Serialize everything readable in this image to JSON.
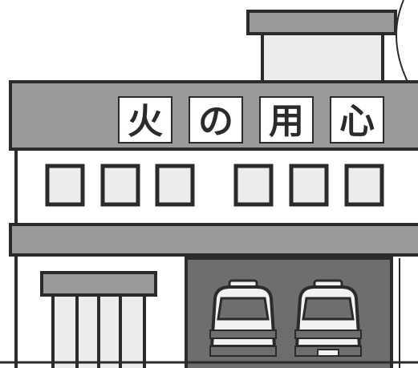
{
  "illustration": {
    "subject": "fire-station",
    "sign": {
      "characters": [
        "火",
        "の",
        "用",
        "心"
      ]
    },
    "vehicles": [
      "fire-engine-icon",
      "fire-engine-icon"
    ],
    "colors": {
      "outline": "#2b2b2b",
      "gray_band": "#9a9a9a",
      "light_gray": "#e6e6e6",
      "window_fill": "#ececec",
      "garage_dark": "#6e6e6e",
      "truck_body": "#f2f2f2",
      "background": "#ffffff"
    }
  }
}
